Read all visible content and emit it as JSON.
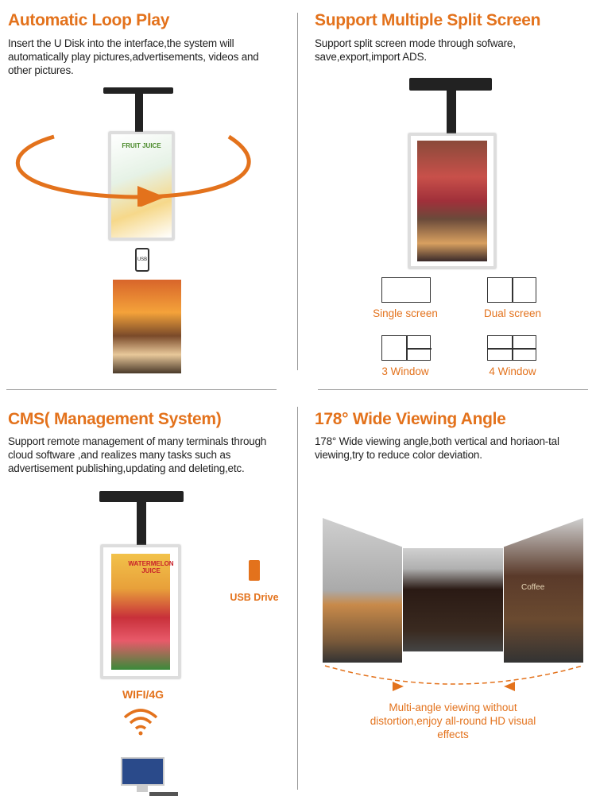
{
  "sections": {
    "loop": {
      "title": "Automatic Loop Play",
      "desc": "Insert the U Disk into the interface,the system will automatically play pictures,advertisements, videos and other pictures.",
      "screen_title": "FRUIT JUICE",
      "usb_label": "USB"
    },
    "split": {
      "title": "Support Multiple Split Screen",
      "desc": "Support split screen mode through sofware, save,export,import ADS.",
      "layouts": [
        "Single screen",
        "Dual screen",
        "3 Window",
        "4 Window"
      ]
    },
    "cms": {
      "title": "CMS( Management System)",
      "desc": "Support remote management of many terminals through cloud software ,and realizes many tasks such as advertisement publishing,updating and deleting,etc.",
      "screen_title": "WATERMELON JUICE",
      "usb_drive": "USB Drive",
      "wifi": "WIFI/4G"
    },
    "angle": {
      "title": "178° Wide Viewing Angle",
      "desc": "178°   Wide viewing angle,both vertical and horiaon-tal viewing,try to reduce color deviation.",
      "caption": "Multi-angle viewing without distortion,enjoy all-round HD visual effects",
      "coffee_label": "Coffee"
    }
  },
  "colors": {
    "accent": "#e3721c"
  }
}
